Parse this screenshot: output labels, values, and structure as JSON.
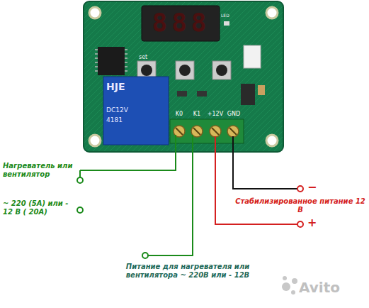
{
  "diagram": {
    "labels": [
      "888",
      "LED",
      "set",
      "HJE",
      "DC12V",
      "4181",
      "K0",
      "K1",
      "+12V",
      "GND",
      "Нагреватель или вентилятор",
      "~ 220 (5А) или - 12 В ( 20А)",
      "Питание для нагревателя или вентилятора ~ 220В или - 12В",
      "Стабилизированное питание 12 В",
      "−",
      "+",
      "Avito"
    ]
  }
}
